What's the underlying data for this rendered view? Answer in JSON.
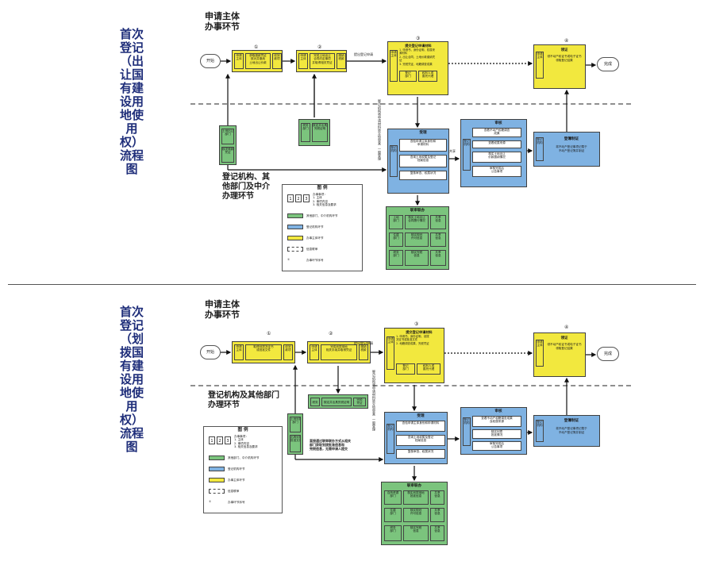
{
  "titles": [
    "首次登记（出让国有建设用地使用权）流程图",
    "首次登记（划拨国有建设用地使用权）流程图"
  ],
  "diagram1": {
    "zone_top": "申请主体\n办事环节",
    "zone_bottom": "登记机构、其\n他部门及中介\n办理环节",
    "start": "开始",
    "end": "完成",
    "step_numbers": [
      "①",
      "②",
      "③",
      "④"
    ],
    "flow_top": [
      "申请\n主体",
      "获取缴款凭证\n核对并缴纳\n土地出让价款",
      "收到\n款项",
      "申请\n主体",
      "完成土地出让\n合同约定事项\n并取得相关凭证",
      "缴纳\n税款",
      "申请\n主体"
    ],
    "submit_label": "提出登记申请",
    "submit_box_title": "提交登记申请材料",
    "submit_box_text": "1. 申请书、身份证明、权属来源材料\n2. 出让合同、土地价款缴纳凭证\n3. 完税凭证、地籍调查成果",
    "submit_sub": [
      "登记\n部门",
      "权利人或\n委托代理"
    ],
    "submit_note": "（登记机构将申请材料转交给审查）一窗受理",
    "collect_box_title": "领证",
    "collect_box_text": "领不动产权证书或电子证书\n领取登记结果",
    "green_left": [
      "土地出让\n部门",
      "核发缴款\n凭证"
    ],
    "green_mid": [
      "税务\n部门",
      "核定并出具\n完税证明"
    ],
    "accept_title": "受理",
    "accept_items": [
      "查验申请主体身份和\n申请材料",
      "查询土地权属及登记\n档案信息",
      "复核审查、权属状况"
    ],
    "accept_label": "登记\n机构",
    "review_title": "审核",
    "review_items": [
      "查看不动产权籍调查\n成果",
      "查看权属来源",
      "核实土地出让\n价款缴纳情况",
      "审核完成后\n公告事项"
    ],
    "review_label": "登记\n机构",
    "cert_title": "登簿制证",
    "cert_text": "将不动产登记事项记载于\n不动产登记簿并制证",
    "cert_label": "登记\n机构",
    "verify_title": "联审联办",
    "verify_rows": [
      [
        "土地\n部门",
        "核实土地出让\n合同履行情况",
        "共享\n信息"
      ],
      [
        "住建\n部门",
        "核实规划\n许可信息",
        "共享\n信息"
      ],
      [
        "税务\n部门",
        "核实完税\n信息",
        "共享\n信息"
      ]
    ],
    "edge_label": "共享"
  },
  "diagram2": {
    "zone_top": "申请主体\n办事环节",
    "zone_bottom": "登记机构及其他部门\n办理环节",
    "start": "开始",
    "end": "完成",
    "step_numbers": [
      "①",
      "②",
      "③",
      "④"
    ],
    "flow_top": [
      "申请\n主体",
      "取得划拨决定书\n或批准文件",
      "收到\n款项",
      "申请\n主体",
      "完成划拨用地\n相关手续并取得凭证",
      "缴纳\n税款",
      "申请\n主体"
    ],
    "submit_label": "提出登记申请",
    "submit_box_title": "提交登记申请材料",
    "submit_box_text": "1. 申请书、身份证明、划拨\n决定书或批准文件\n2. 地籍调查成果、完税凭证",
    "submit_sub": [
      "登记\n部门",
      "权利人或\n委托代理"
    ],
    "submit_note": "（登记机构将申请材料转交给审查）一窗受理",
    "collect_box_title": "领证",
    "collect_box_text": "领不动产权证书或电子证书\n领取登记结果",
    "green_mid": [
      "税务",
      "核定并出具完税证明",
      "完税\n凭证"
    ],
    "green_left": [
      "土地划拨\n部门",
      "出具划拨\n批准文件"
    ],
    "accept_title": "受理",
    "accept_items": [
      "查验申请主体身份和申请材料",
      "查询土地权属及登记\n档案信息",
      "复核审查、权属状况"
    ],
    "accept_label": "登记\n机构",
    "review_title": "审核",
    "review_items": [
      "查看不动产权籍调查成果\n及权属来源",
      "核实划拨\n批准情况",
      "审核完成后\n公告事项"
    ],
    "review_label": "登记\n机构",
    "cert_title": "登簿制证",
    "cert_text": "将不动产登记事项记载于\n不动产登记簿并制证",
    "cert_label": "登记\n机构",
    "verify_title": "联审联办",
    "verify_rows": [
      [
        "自然资源\n部门",
        "核实划拨用地\n批准信息",
        "共享\n信息"
      ],
      [
        "住建\n部门",
        "核实规划\n许可信息",
        "共享\n信息"
      ],
      [
        "税务\n部门",
        "核实完税\n信息",
        "共享\n信息"
      ]
    ],
    "bottom_note": "直接通过联审联办方式从相关\n部门获取划拨批准信息和\n完税信息，无需申请人提交"
  },
  "legend": {
    "title": "图  例",
    "numbers": [
      "1",
      "2",
      "3"
    ],
    "notes": "办事事项：\n1. 主体\n2. 事项内容\n3. 相关信息及要求",
    "items": [
      {
        "color": "#7bc47d",
        "label": "其他部门、中介机构环节"
      },
      {
        "color": "#7fb2e2",
        "label": "登记机构环节"
      },
      {
        "color": "#f2e83e",
        "label": "办事主体环节"
      },
      {
        "color": "#ffffff",
        "label": "信息联审"
      },
      {
        "color": "#ffffff",
        "label": "办事环节序号"
      }
    ]
  }
}
